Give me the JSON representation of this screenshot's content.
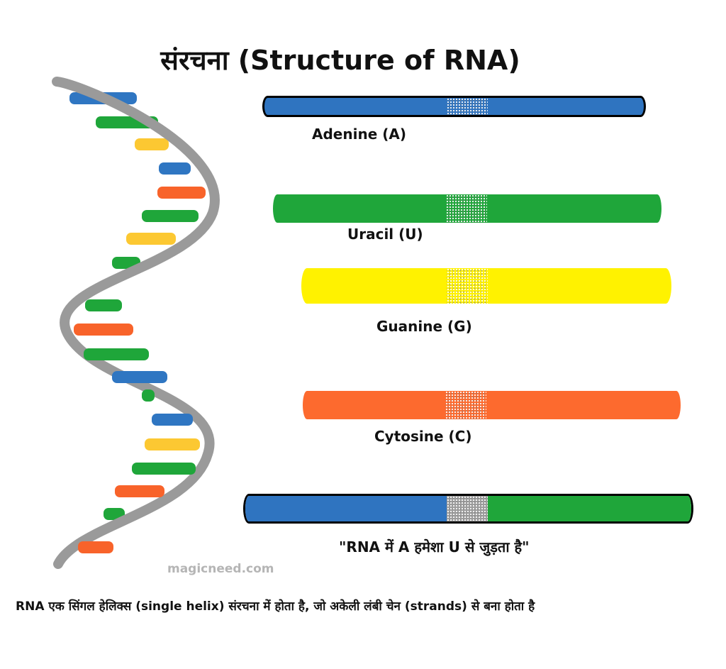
{
  "title": "संरचना (Structure of RNA)",
  "colors": {
    "adenine": "#2f74c0",
    "uracil": "#1fa63a",
    "guanine": "#fff200",
    "cytosine": "#fd6a2e",
    "helix_strand": "#9a9a9a",
    "rung_yellow": "#fcc832",
    "rung_orange": "#f8632a",
    "rung_blue": "#2f76c2",
    "rung_green": "#1fa63a"
  },
  "bases": [
    {
      "name": "Adenine (A)",
      "color": "#2f74c0"
    },
    {
      "name": "Uracil (U)",
      "color": "#1fa63a"
    },
    {
      "name": "Guanine (G)",
      "color": "#fff200"
    },
    {
      "name": "Cytosine (C)",
      "color": "#fd6a2e"
    }
  ],
  "pair": {
    "left_color": "#2f74c0",
    "right_color": "#1fa63a",
    "caption": "\"RNA में A हमेशा U से जुड़ता है\""
  },
  "watermark": "magicneed.com",
  "caption": "RNA एक सिंगल हेलिक्स (single helix) संरचना में होता है, जो अकेली लंबी चेन (strands) से बना होता है"
}
